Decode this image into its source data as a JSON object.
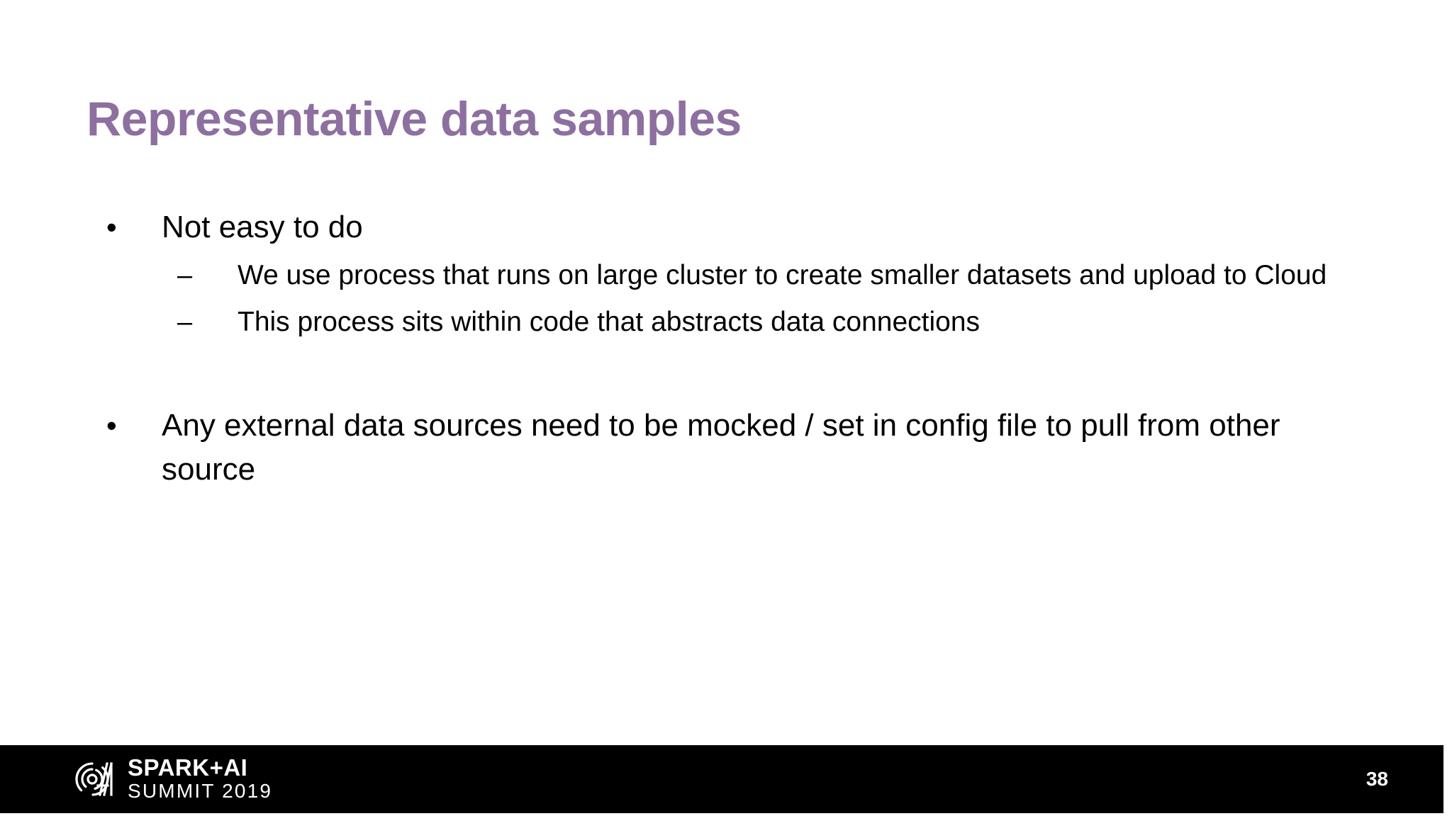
{
  "slide": {
    "title": "Representative data samples",
    "title_color": "#8d6fa0",
    "background_color": "#ffffff",
    "text_color": "#000000"
  },
  "content": {
    "bullets": [
      {
        "marker": "•",
        "text": "Not easy to do",
        "sub_bullets": [
          {
            "marker": "–",
            "text": "We use process that runs on large cluster to create smaller datasets and upload to Cloud"
          },
          {
            "marker": "–",
            "text": "This process sits within code that abstracts data connections"
          }
        ]
      },
      {
        "marker": "•",
        "text": "Any external data sources need to be mocked / set in config file to pull from other source",
        "sub_bullets": []
      }
    ]
  },
  "footer": {
    "background_color": "#000000",
    "logo_icon": "spark-summit-spiral-logo",
    "logo_line1": "SPARK+AI",
    "logo_line2": "SUMMIT 2019",
    "page_number": "38"
  }
}
